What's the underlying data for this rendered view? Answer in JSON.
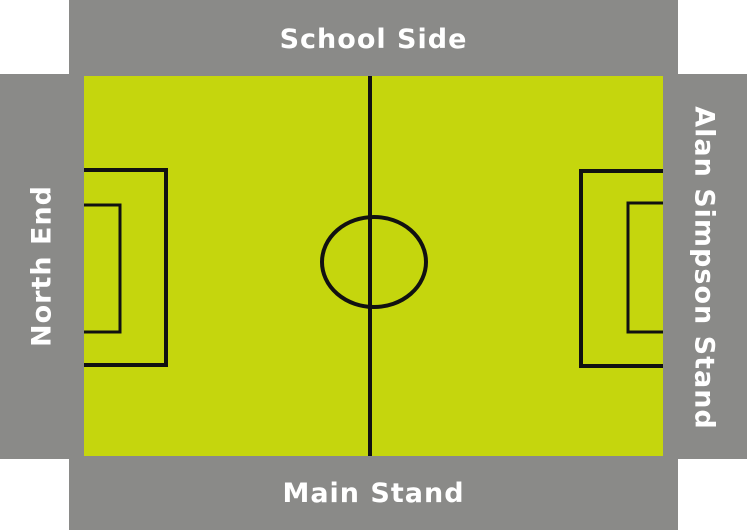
{
  "stands": {
    "top": "School Side",
    "bottom": "Main Stand",
    "left": "North End",
    "right": "Alan Simpson Stand"
  },
  "colors": {
    "stand": "#8a8a88",
    "pitch": "#c5d60d",
    "lines": "#111111",
    "label_text": "#ffffff",
    "background": "#ffffff"
  }
}
